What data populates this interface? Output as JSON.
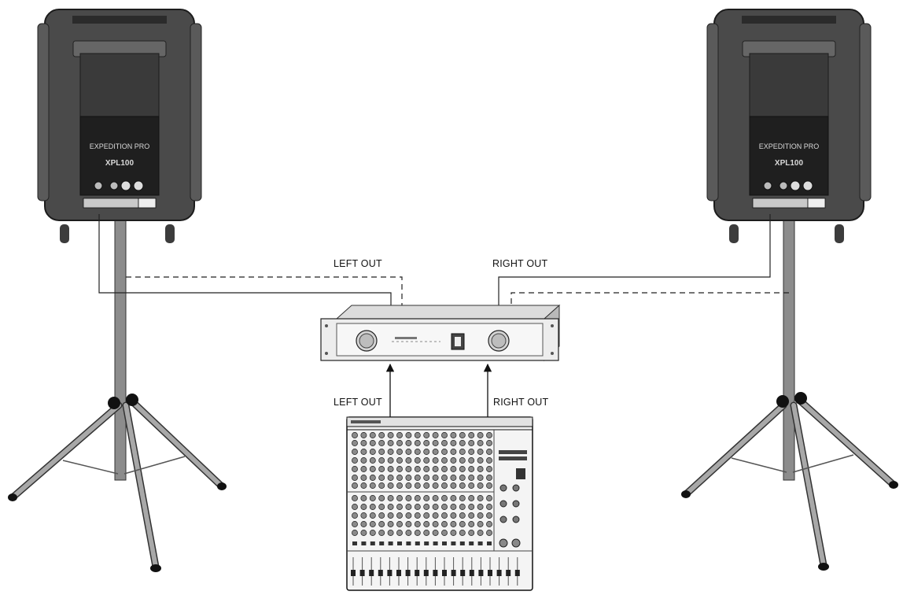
{
  "speakers": {
    "left": {
      "brand": "EXPEDITION PRO",
      "model": "XPL100"
    },
    "right": {
      "brand": "EXPEDITION PRO",
      "model": "XPL100"
    }
  },
  "labels": {
    "amp_left_out": "LEFT OUT",
    "amp_right_out": "RIGHT OUT",
    "mixer_left_out": "LEFT OUT",
    "mixer_right_out": "RIGHT OUT"
  }
}
